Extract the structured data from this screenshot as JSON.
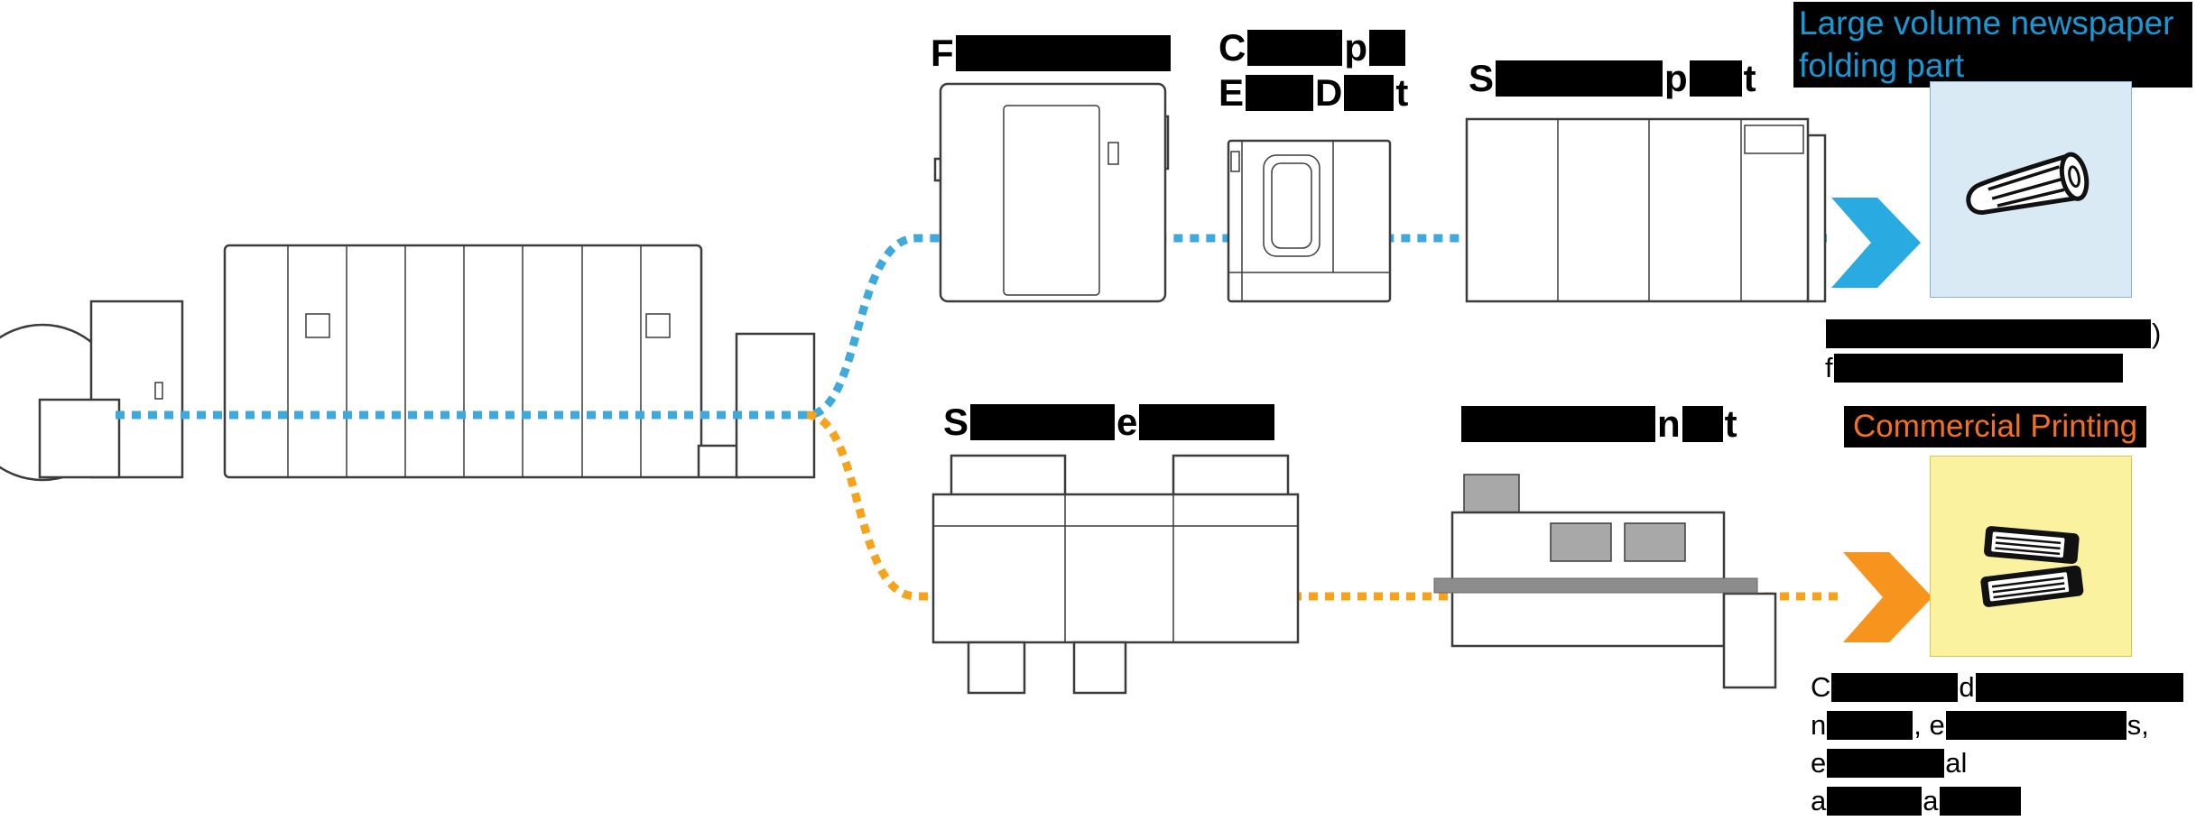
{
  "diagram": {
    "headings": {
      "newspaper": {
        "line1": "Large volume newspaper",
        "line2": "folding part"
      },
      "commercial": {
        "text": "Commercial Printing"
      }
    },
    "colors": {
      "blue-line": "#3fa9dc",
      "orange-line": "#f6a21b",
      "blue-arrow": "#29abe2",
      "orange-arrow": "#f7941d",
      "heading-blue": "#1899d6",
      "heading-orange": "#f36f21",
      "newspaper-box-bg": "#d9eaf5",
      "newspaper-box-border": "#8ab2cc",
      "commercial-box-bg": "#fbf2a0",
      "commercial-box-border": "#d6c75a",
      "machine-stroke": "#3c3c3c",
      "gray-fill": "#a8a8a8",
      "bar-fill": "#8c8c8c"
    },
    "icons": {
      "newspaper": "rolled-newspaper-icon",
      "books": "book-stack-icon"
    },
    "redacted": {
      "machine_label_top_1": [
        {
          "t": "F"
        },
        {
          "b": 238
        }
      ],
      "machine_label_top_2_line1": [
        {
          "t": "C"
        },
        {
          "b": 105
        },
        {
          "t": "p"
        },
        {
          "b": 40
        }
      ],
      "machine_label_top_2_line2": [
        {
          "t": "E"
        },
        {
          "b": 75
        },
        {
          "t": "D"
        },
        {
          "b": 55
        },
        {
          "t": "t"
        }
      ],
      "machine_label_top_3": [
        {
          "t": "S"
        },
        {
          "b": 185
        },
        {
          "t": "p"
        },
        {
          "b": 58
        },
        {
          "t": "t"
        }
      ],
      "machine_label_bottom_1": [
        {
          "t": "S"
        },
        {
          "b": 160
        },
        {
          "t": "e"
        },
        {
          "b": 150
        }
      ],
      "machine_label_bottom_2": [
        {
          "b": 215
        },
        {
          "t": "n"
        },
        {
          "b": 45
        },
        {
          "t": "t"
        }
      ],
      "newspaper_caption_line1": [
        {
          "b": 360
        },
        {
          "t": ")"
        }
      ],
      "newspaper_caption_line2": [
        {
          "t": "f"
        },
        {
          "b": 320
        }
      ],
      "commercial_caption_line1": [
        {
          "t": "C"
        },
        {
          "b": 140
        },
        {
          "t": "d"
        },
        {
          "b": 230
        }
      ],
      "commercial_caption_line2": [
        {
          "t": "n"
        },
        {
          "b": 95
        },
        {
          "t": ", e"
        },
        {
          "b": 200
        },
        {
          "t": "s,"
        }
      ],
      "commercial_caption_line3": [
        {
          "t": "e"
        },
        {
          "b": 130
        },
        {
          "t": "al"
        }
      ],
      "commercial_caption_line4": [
        {
          "t": "a"
        },
        {
          "b": 105
        },
        {
          "t": "a"
        },
        {
          "b": 90
        }
      ]
    }
  }
}
